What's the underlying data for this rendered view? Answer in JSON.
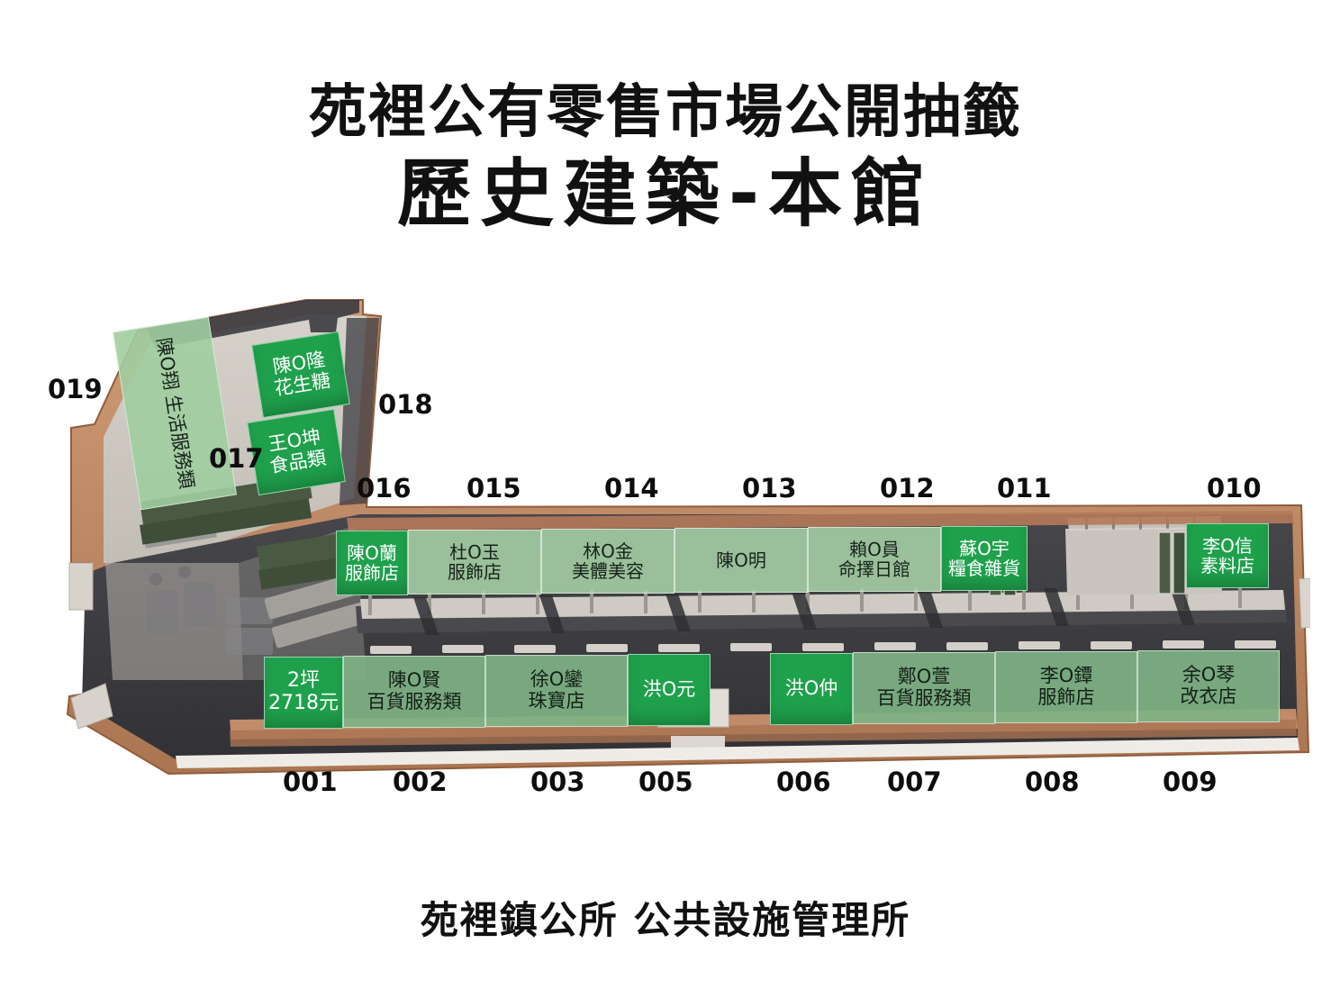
{
  "header": {
    "line1": "苑裡公有零售市場公開抽籤",
    "line2": "歷史建築-本館"
  },
  "footer": {
    "text": "苑裡鎮公所 公共設施管理所"
  },
  "colors": {
    "filled_green": "#1fa14c",
    "light_green_top": "#a6d0a6",
    "light_green_bottom": "#7fb285",
    "brick_wall": "#c08b68",
    "interior_dark": "#3a3a3e",
    "floor_grey": "#c9c6c0",
    "background": "#ffffff",
    "text_dark": "#111111"
  },
  "stalls": [
    {
      "number": "019",
      "line1": "陳O翔",
      "line2": "生活服務類",
      "state": "light"
    },
    {
      "number": "018",
      "line1": "陳O隆",
      "line2": "花生糖",
      "state": "filled"
    },
    {
      "number": "017",
      "line1": "王O坤",
      "line2": "食品類",
      "state": "filled"
    },
    {
      "number": "016",
      "line1": "陳O蘭",
      "line2": "服飾店",
      "state": "filled"
    },
    {
      "number": "015",
      "line1": "杜O玉",
      "line2": "服飾店",
      "state": "light"
    },
    {
      "number": "014",
      "line1": "林O金",
      "line2": "美體美容",
      "state": "light"
    },
    {
      "number": "013",
      "line1": "陳O明",
      "line2": "",
      "state": "light"
    },
    {
      "number": "012",
      "line1": "賴O員",
      "line2": "命擇日館",
      "state": "light"
    },
    {
      "number": "011",
      "line1": "蘇O宇",
      "line2": "糧食雜貨",
      "state": "filled"
    },
    {
      "number": "010",
      "line1": "李O信",
      "line2": "素料店",
      "state": "filled"
    },
    {
      "number": "001",
      "line1": "2坪",
      "line2": "2718元",
      "state": "filled"
    },
    {
      "number": "002",
      "line1": "陳O賢",
      "line2": "百貨服務類",
      "state": "light"
    },
    {
      "number": "003",
      "line1": "徐O鑾",
      "line2": "珠寶店",
      "state": "light"
    },
    {
      "number": "005",
      "line1": "洪O元",
      "line2": "",
      "state": "filled"
    },
    {
      "number": "006",
      "line1": "洪O仲",
      "line2": "",
      "state": "filled"
    },
    {
      "number": "007",
      "line1": "鄭O萱",
      "line2": "百貨服務類",
      "state": "light"
    },
    {
      "number": "008",
      "line1": "李O鐔",
      "line2": "服飾店",
      "state": "light"
    },
    {
      "number": "009",
      "line1": "余O琴",
      "line2": "改衣店",
      "state": "light"
    }
  ],
  "numbers": {
    "n019": "019",
    "n018": "018",
    "n017": "017",
    "n016": "016",
    "n015": "015",
    "n014": "014",
    "n013": "013",
    "n012": "012",
    "n011": "011",
    "n010": "010",
    "n001": "001",
    "n002": "002",
    "n003": "003",
    "n005": "005",
    "n006": "006",
    "n007": "007",
    "n008": "008",
    "n009": "009"
  }
}
